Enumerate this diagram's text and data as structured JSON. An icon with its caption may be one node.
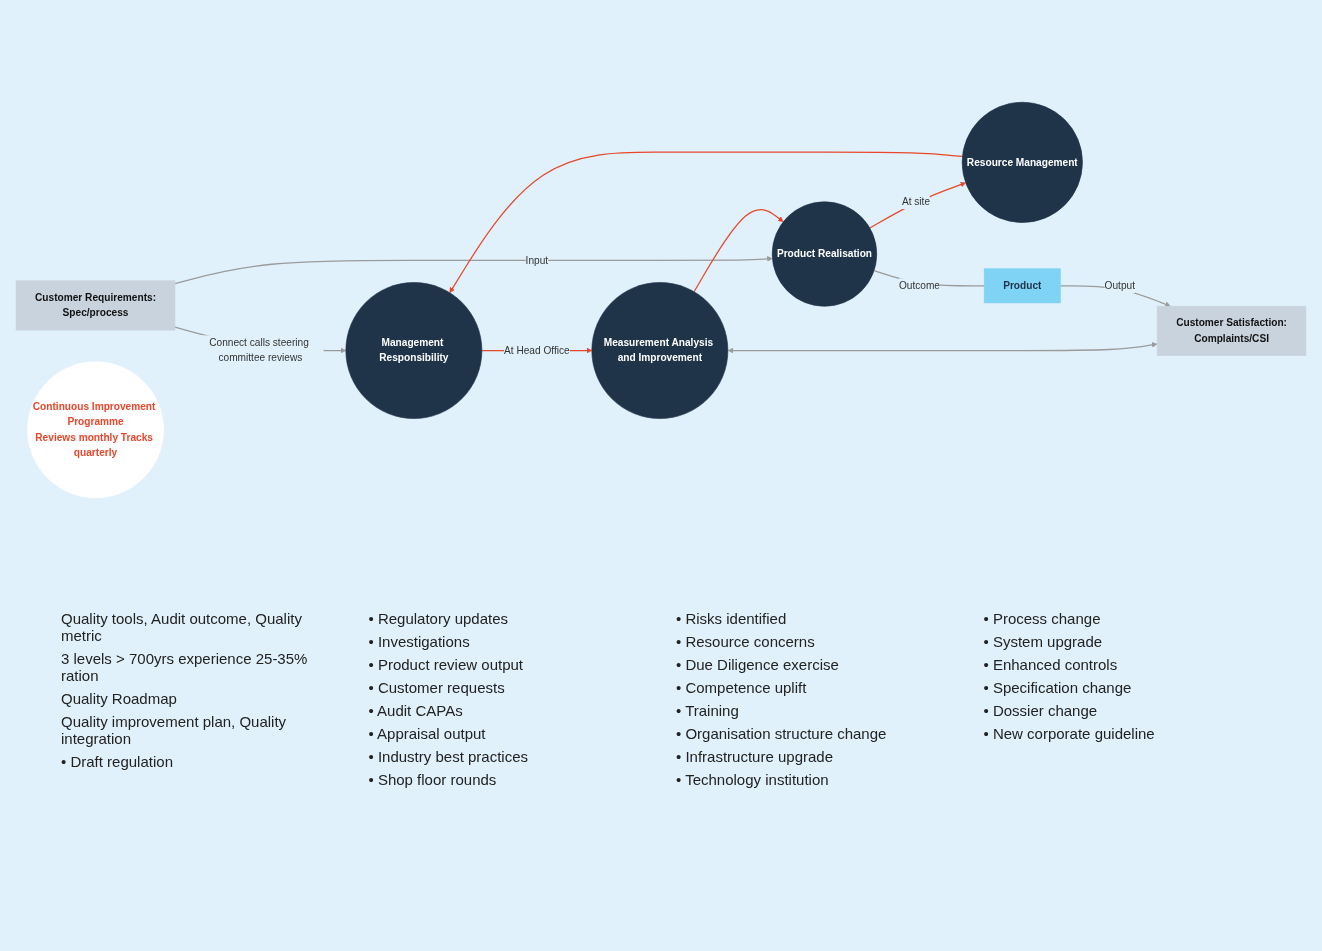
{
  "diagram": {
    "nodes": [
      {
        "text": [
          "Customer Requirements:",
          "Spec/process"
        ]
      },
      {
        "text": [
          "Management Responsibility"
        ]
      },
      {
        "text": [
          "Resource Management"
        ]
      },
      {
        "text": [
          "Continuous Improvement Programme",
          "Reviews monthly Tracks quarterly"
        ]
      },
      {
        "text": [
          "Measurement Analysis and Improvement"
        ]
      },
      {
        "text": [
          "Product Realisation"
        ]
      },
      {
        "text": [
          "Product"
        ]
      },
      {
        "text": [
          "Customer Satisfaction:",
          "Complaints/CSI"
        ]
      }
    ],
    "edges": [
      {
        "from": 0,
        "to": 1,
        "arrow": "to",
        "label": "Connect calls steering committee reviews"
      },
      {
        "from": 0,
        "to": 5,
        "arrow": "to",
        "label": "Input"
      },
      {
        "from": 2,
        "to": 1,
        "arrow": "to",
        "color": "#e8472b"
      },
      {
        "from": 1,
        "to": 4,
        "arrow": "to",
        "label": "At Head Office",
        "color": "#e8472b"
      },
      {
        "from": 4,
        "to": 5,
        "arrow": "to",
        "color": "#e8472b"
      },
      {
        "from": 5,
        "to": 2,
        "arrow": "to",
        "label": "At site",
        "color": "#e8472b"
      },
      {
        "from": 4,
        "to": 7,
        "arrow": "both"
      },
      {
        "from": 5,
        "to": 6,
        "arrow": "none",
        "label": "Outcome"
      },
      {
        "from": 6,
        "to": 7,
        "arrow": "to",
        "label": "Output"
      }
    ],
    "labels": [
      "Quality tools, Audit outcome, Quality metric",
      "3 levels > 700yrs experience 25-35% ration",
      "Quality Roadmap",
      "Quality improvement plan, Quality integration",
      "• Draft regulation",
      "• Regulatory updates",
      "• Investigations",
      "• Product review output",
      "• Customer requests",
      "• Audit CAPAs",
      "• Appraisal output",
      "• Industry best practices",
      "• Shop floor rounds",
      "• Risks identified",
      "• Resource concerns",
      "• Due Diligence exercise",
      "• Competence uplift",
      "• Training",
      "• Organisation structure change",
      "• Infrastructure upgrade",
      "• Technology institution",
      "• Process change",
      "• System upgrade",
      "• Enhanced controls",
      "• Specification change",
      "• Dossier change",
      "• New corporate guideline"
    ]
  }
}
